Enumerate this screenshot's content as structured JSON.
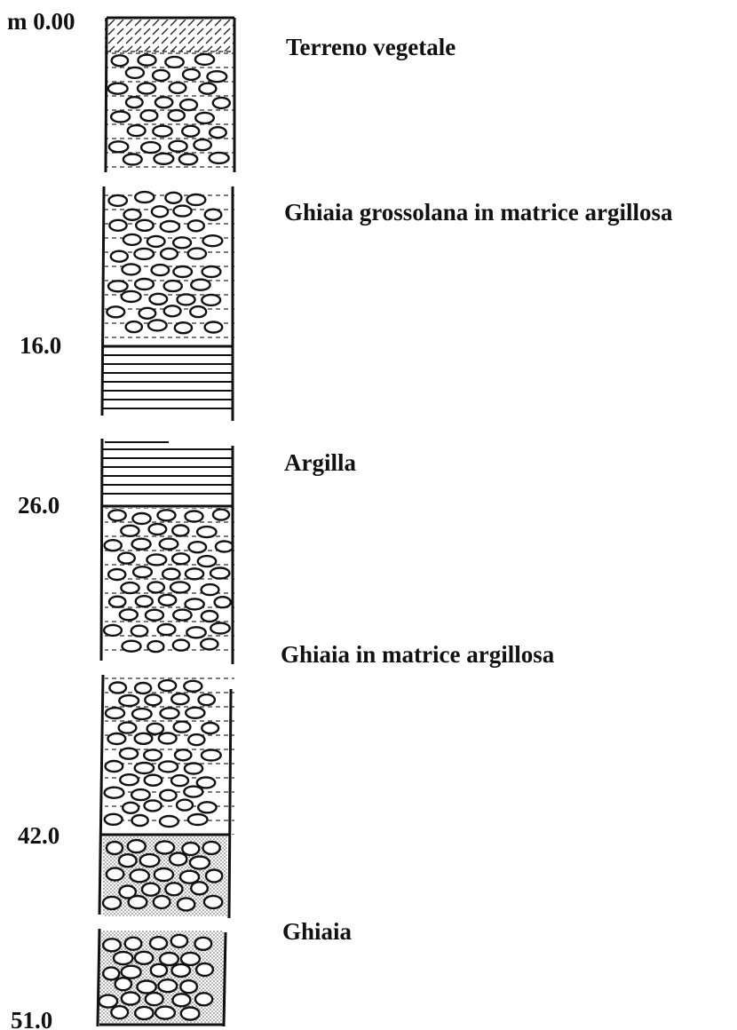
{
  "depth_labels": {
    "top": "m 0.00",
    "d16": "16.0",
    "d26": "26.0",
    "d42": "42.0",
    "d51": "51.0"
  },
  "layer_labels": {
    "terreno": "Terreno vegetale",
    "ghiaia_grossolana": "Ghiaia grossolana in matrice argillosa",
    "argilla": "Argilla",
    "ghiaia_matrice": "Ghiaia in matrice argillosa",
    "ghiaia": "Ghiaia"
  },
  "layers": [
    {
      "name": "Terreno vegetale",
      "pattern": "vegetal-soil"
    },
    {
      "name": "Ghiaia grossolana in matrice argillosa",
      "pattern": "gravel-clay-matrix",
      "base_depth": "16.0"
    },
    {
      "name": "Argilla",
      "pattern": "horizontal-lines",
      "base_depth": "26.0"
    },
    {
      "name": "Ghiaia in matrice argillosa",
      "pattern": "gravel-clay-matrix",
      "base_depth": "42.0"
    },
    {
      "name": "Ghiaia",
      "pattern": "gravel-stippled",
      "base_depth": "51.0"
    }
  ]
}
